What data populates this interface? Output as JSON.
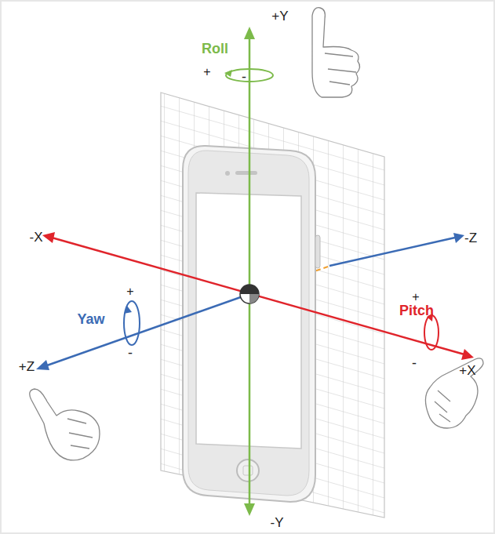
{
  "diagram": {
    "labels": [
      "+Y",
      "Roll",
      "+",
      "-",
      "-X",
      "-Z",
      "+",
      "Yaw",
      "+",
      "Pitch",
      "+Z",
      "-",
      "-",
      "+X",
      "-Y"
    ]
  }
}
